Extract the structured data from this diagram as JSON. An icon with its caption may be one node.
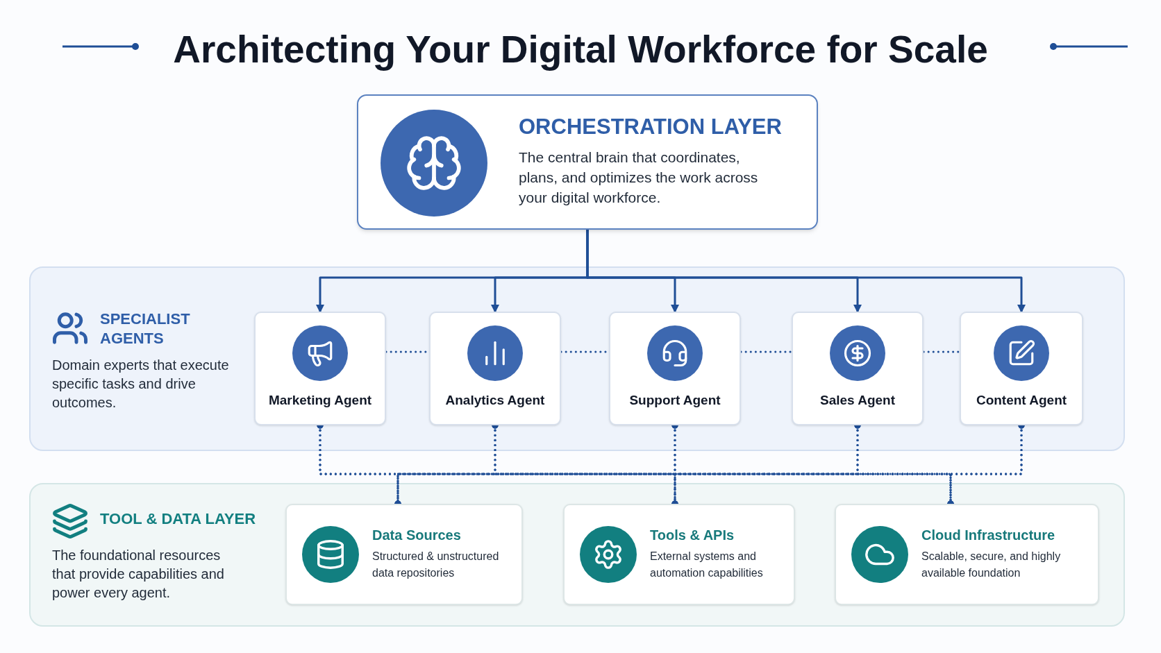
{
  "diagram": {
    "title": "Architecting Your Digital Workforce for Scale",
    "nodes": [
      {
        "text": [
          "ORCHESTRATION LAYER",
          "The central brain that coordinates, plans, and optimizes the work across your digital workforce."
        ]
      },
      {
        "text": [
          "SPECIALIST AGENTS",
          "Domain experts that execute specific tasks and drive outcomes."
        ]
      },
      {
        "text": [
          "Marketing Agent"
        ],
        "in": 1
      },
      {
        "text": [
          "Analytics Agent"
        ],
        "in": 1
      },
      {
        "text": [
          "Support Agent"
        ],
        "in": 1
      },
      {
        "text": [
          "Sales Agent"
        ],
        "in": 1
      },
      {
        "text": [
          "Content Agent"
        ],
        "in": 1
      },
      {
        "text": [
          "TOOL & DATA LAYER",
          "The foundational resources that provide capabilities and power every agent."
        ]
      },
      {
        "text": [
          "Data Sources",
          "Structured & unstructured data repositories"
        ],
        "in": 7
      },
      {
        "text": [
          "Tools & APIs",
          "External systems and automation capabilities"
        ],
        "in": 7
      },
      {
        "text": [
          "Cloud Infrastructure",
          "Scalable, secure, and highly available foundation"
        ],
        "in": 7
      }
    ],
    "edges": [
      {
        "from": 0,
        "to": 2,
        "arrow": "to"
      },
      {
        "from": 0,
        "to": 3,
        "arrow": "to"
      },
      {
        "from": 0,
        "to": 4,
        "arrow": "to"
      },
      {
        "from": 0,
        "to": 5,
        "arrow": "to"
      },
      {
        "from": 0,
        "to": 6,
        "arrow": "to"
      },
      {
        "from": 2,
        "to": 3,
        "arrow": "none",
        "style": "dashed"
      },
      {
        "from": 3,
        "to": 4,
        "arrow": "none",
        "style": "dashed"
      },
      {
        "from": 4,
        "to": 5,
        "arrow": "none",
        "style": "dashed"
      },
      {
        "from": 5,
        "to": 6,
        "arrow": "none",
        "style": "dashed"
      },
      {
        "from": 2,
        "to": 8,
        "arrow": "other",
        "style": "dashed"
      },
      {
        "from": 2,
        "to": 9,
        "arrow": "other",
        "style": "dashed"
      },
      {
        "from": 2,
        "to": 10,
        "arrow": "other",
        "style": "dashed"
      },
      {
        "from": 3,
        "to": 8,
        "arrow": "other",
        "style": "dashed"
      },
      {
        "from": 3,
        "to": 9,
        "arrow": "other",
        "style": "dashed"
      },
      {
        "from": 3,
        "to": 10,
        "arrow": "other",
        "style": "dashed"
      },
      {
        "from": 4,
        "to": 8,
        "arrow": "other",
        "style": "dashed"
      },
      {
        "from": 4,
        "to": 9,
        "arrow": "other",
        "style": "dashed"
      },
      {
        "from": 4,
        "to": 10,
        "arrow": "other",
        "style": "dashed"
      },
      {
        "from": 5,
        "to": 8,
        "arrow": "other",
        "style": "dashed"
      },
      {
        "from": 5,
        "to": 9,
        "arrow": "other",
        "style": "dashed"
      },
      {
        "from": 5,
        "to": 10,
        "arrow": "other",
        "style": "dashed"
      },
      {
        "from": 6,
        "to": 8,
        "arrow": "other",
        "style": "dashed"
      },
      {
        "from": 6,
        "to": 9,
        "arrow": "other",
        "style": "dashed"
      },
      {
        "from": 6,
        "to": 10,
        "arrow": "other",
        "style": "dashed"
      }
    ]
  }
}
